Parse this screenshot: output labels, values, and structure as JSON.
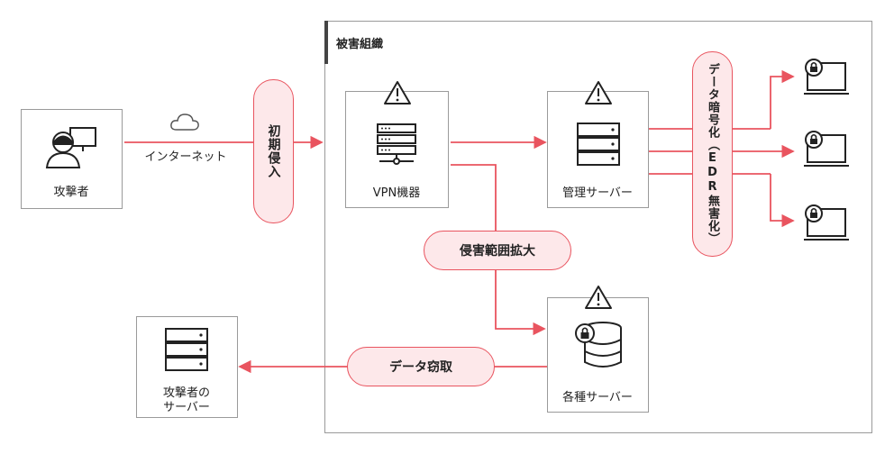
{
  "org": {
    "title": "被害組織"
  },
  "attacker": {
    "label": "攻撃者"
  },
  "cloud": {
    "label": "インターネット"
  },
  "steps": {
    "initial": "初期侵入",
    "expand": "侵害範囲拡大",
    "encrypt": "データ暗号化（EDR無害化）",
    "exfil": "データ窃取"
  },
  "nodes": {
    "vpn": "VPN機器",
    "mgmt": "管理サーバー",
    "various": "各種サーバー",
    "attacker_server_1": "攻撃者の",
    "attacker_server_2": "サーバー"
  },
  "colors": {
    "accent": "#e9545f",
    "pill_fill": "#fde8ea",
    "border": "#9a9a9a"
  },
  "icons": [
    "hacker-icon",
    "cloud-icon",
    "warning-icon",
    "server-icon",
    "database-icon",
    "lock-icon",
    "laptop-icon"
  ]
}
